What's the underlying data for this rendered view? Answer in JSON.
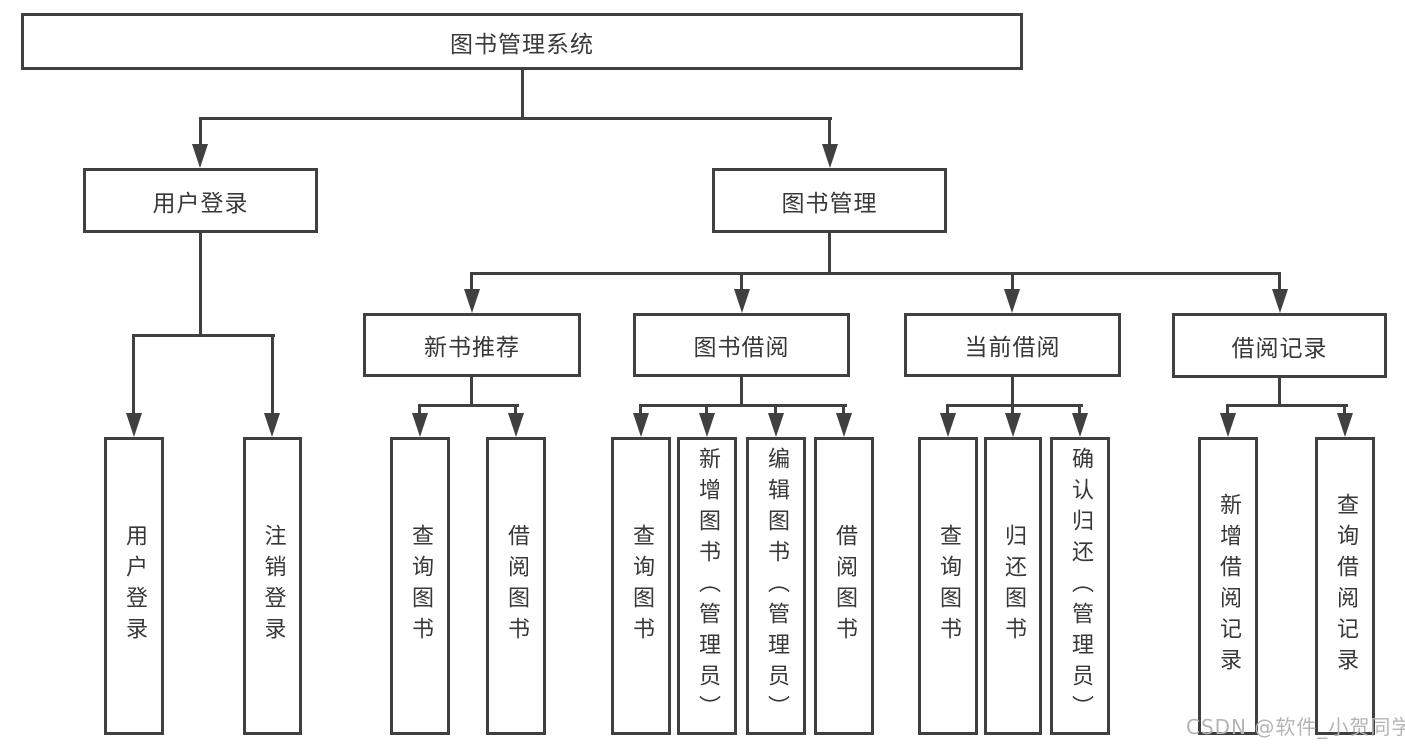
{
  "diagram": {
    "root": {
      "label": "图书管理系统"
    },
    "level2": [
      {
        "label": "用户登录"
      },
      {
        "label": "图书管理"
      }
    ],
    "level3": [
      {
        "label": "新书推荐",
        "parent": "图书管理"
      },
      {
        "label": "图书借阅",
        "parent": "图书管理"
      },
      {
        "label": "当前借阅",
        "parent": "图书管理"
      },
      {
        "label": "借阅记录",
        "parent": "图书管理"
      }
    ],
    "leaves": [
      {
        "label": "用户登录",
        "parent": "用户登录"
      },
      {
        "label": "注销登录",
        "parent": "用户登录"
      },
      {
        "label": "查询图书",
        "parent": "新书推荐"
      },
      {
        "label": "借阅图书",
        "parent": "新书推荐"
      },
      {
        "label": "查询图书",
        "parent": "图书借阅"
      },
      {
        "label": "新增图书（管理员）",
        "parent": "图书借阅"
      },
      {
        "label": "编辑图书（管理员）",
        "parent": "图书借阅"
      },
      {
        "label": "借阅图书",
        "parent": "图书借阅"
      },
      {
        "label": "查询图书",
        "parent": "当前借阅"
      },
      {
        "label": "归还图书",
        "parent": "当前借阅"
      },
      {
        "label": "确认归还（管理员）",
        "parent": "当前借阅"
      },
      {
        "label": "新增借阅记录",
        "parent": "借阅记录"
      },
      {
        "label": "查询借阅记录",
        "parent": "借阅记录"
      }
    ]
  },
  "colors": {
    "line": "#404040",
    "text": "#383838",
    "watermark": "#b5b5b5",
    "background": "#ffffff"
  },
  "watermark": {
    "text": "CSDN @软件_小贺同学"
  }
}
